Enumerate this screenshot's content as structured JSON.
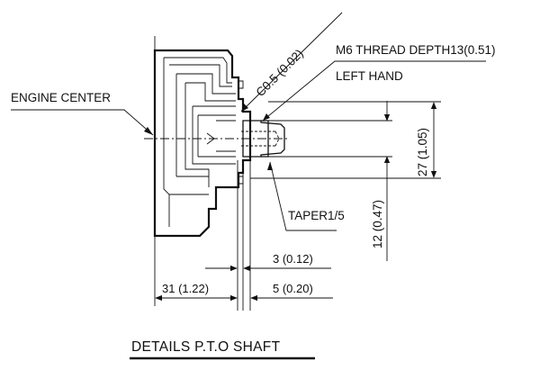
{
  "labels": {
    "engine_center": "ENGINE CENTER",
    "chamfer": "C0.5 (0.02)",
    "thread": "M6 THREAD DEPTH13(0.51)",
    "left_hand": "LEFT HAND",
    "taper": "TAPER1/5",
    "dim_27": "27  (1.05)",
    "dim_12": "12  (0.47)",
    "dim_3": "3  (0.12)",
    "dim_31": "31  (1.22)",
    "dim_5": "5  (0.20)"
  },
  "title": "DETAILS P.T.O SHAFT",
  "colors": {
    "line": "#111111",
    "body_fill": "#e3e3e3",
    "background": "#ffffff"
  }
}
